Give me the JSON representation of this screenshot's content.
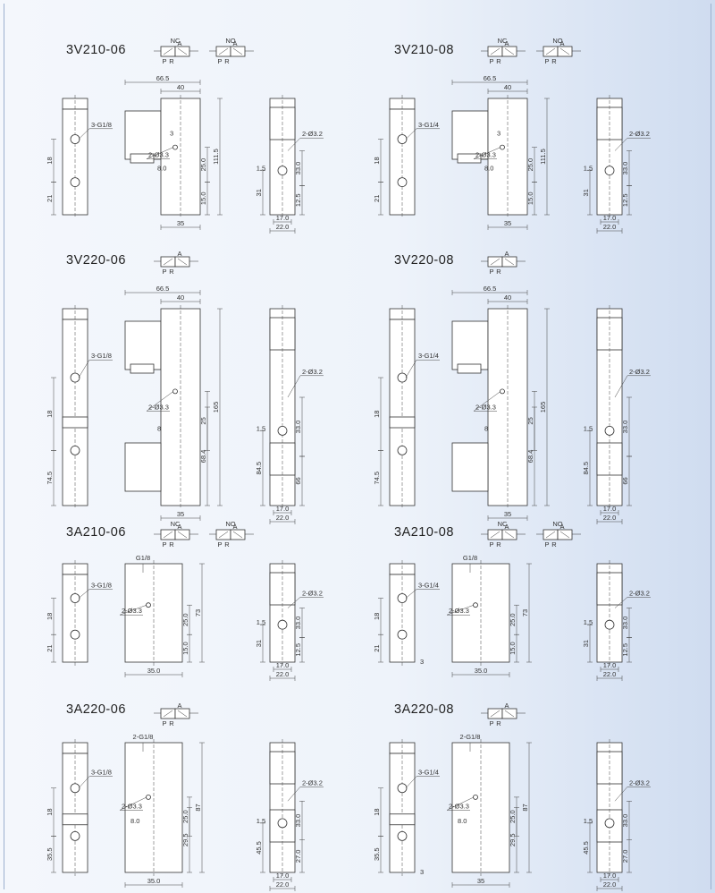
{
  "colors": {
    "line": "#333333",
    "fill": "#ffffff",
    "dim": "#444444",
    "background": "#eef3fa"
  },
  "symbol_labels": {
    "nc": "NC",
    "no": "NO",
    "port_a": "A",
    "port_p": "P",
    "port_r": "R"
  },
  "panels": [
    {
      "title": "3V210-06",
      "symbols": [
        "NC",
        "NO"
      ],
      "type": "3V-single",
      "dims": {
        "width_total": "66.5",
        "width_body": "40",
        "port": "3-G1/8",
        "mount": "2-Ø3.3",
        "pitch": "8.0",
        "port_gap": "3",
        "height_total": "111.5",
        "mid": "25.0",
        "low": "15.0",
        "base": "35",
        "left_mid": "18",
        "left_low": "21",
        "side_hole": "2-Ø3.2",
        "side_mid": "33.0",
        "side_low": "12.5",
        "side_off": "1.5",
        "side_h": "31",
        "side_w1": "17.0",
        "side_w2": "22.0"
      }
    },
    {
      "title": "3V210-08",
      "symbols": [
        "NC",
        "NO"
      ],
      "type": "3V-single",
      "dims": {
        "width_total": "66.5",
        "width_body": "40",
        "port": "3-G1/4",
        "mount": "2-Ø3.3",
        "pitch": "8.0",
        "port_gap": "3",
        "height_total": "111.5",
        "mid": "25.0",
        "low": "15.0",
        "base": "35",
        "left_mid": "18",
        "left_low": "21",
        "side_hole": "2-Ø3.2",
        "side_mid": "33.0",
        "side_low": "12.5",
        "side_off": "1.5",
        "side_h": "31",
        "side_w1": "17.0",
        "side_w2": "22.0"
      }
    },
    {
      "title": "3V220-06",
      "symbols": [
        "DUAL"
      ],
      "type": "3V-double",
      "dims": {
        "width_total": "66.5",
        "width_body": "40",
        "port": "3-G1/8",
        "mount": "2-Ø3.3",
        "pitch": "8",
        "mid": "25",
        "height_total": "165",
        "lower": "68.4",
        "base": "35",
        "left_mid": "18",
        "left_low": "74.5",
        "side_hole": "2-Ø3.2",
        "side_mid": "33.0",
        "side_low": "66",
        "side_off": "1.5",
        "side_h": "84.5",
        "side_w1": "17.0",
        "side_w2": "22.0"
      }
    },
    {
      "title": "3V220-08",
      "symbols": [
        "DUAL"
      ],
      "type": "3V-double",
      "dims": {
        "width_total": "66.5",
        "width_body": "40",
        "port": "3-G1/4",
        "mount": "2-Ø3.3",
        "pitch": "8",
        "mid": "25",
        "height_total": "165",
        "lower": "68.4",
        "base": "35",
        "left_mid": "18",
        "left_low": "74.5",
        "side_hole": "2-Ø3.2",
        "side_mid": "33.0",
        "side_low": "66",
        "side_off": "1.5",
        "side_h": "84.5",
        "side_w1": "17.0",
        "side_w2": "22.0"
      }
    },
    {
      "title": "3A210-06",
      "symbols": [
        "NC",
        "NO"
      ],
      "type": "3A-single",
      "dims": {
        "top_port": "G1/8",
        "port": "3-G1/8",
        "mount": "2-Ø3.3",
        "mid": "25.0",
        "height_total": "73",
        "low": "15.0",
        "base": "35.0",
        "left_mid": "18",
        "left_low": "21",
        "side_hole": "2-Ø3.2",
        "side_mid": "33.0",
        "side_low": "12.5",
        "side_off": "1.5",
        "side_h": "31",
        "side_w1": "17.0",
        "side_w2": "22.0"
      }
    },
    {
      "title": "3A210-08",
      "symbols": [
        "NC",
        "NO"
      ],
      "type": "3A-single",
      "dims": {
        "top_port": "G1/8",
        "port": "3-G1/4",
        "mount": "2-Ø3.3",
        "mid": "25.0",
        "height_total": "73",
        "low": "15.0",
        "base": "35.0",
        "left_mid": "18",
        "left_low": "21",
        "left_gap": "3",
        "side_hole": "2-Ø3.2",
        "side_mid": "33.0",
        "side_low": "12.5",
        "side_off": "1.5",
        "side_h": "31",
        "side_w1": "17.0",
        "side_w2": "22.0"
      }
    },
    {
      "title": "3A220-06",
      "symbols": [
        "DUAL"
      ],
      "type": "3A-double",
      "dims": {
        "top_port": "2-G1/8",
        "port": "3-G1/8",
        "mount": "2-Ø3.3",
        "pitch": "8.0",
        "mid": "25.0",
        "height_total": "87",
        "lower": "29.5",
        "base": "35.0",
        "left_mid": "18",
        "left_low": "35.5",
        "side_hole": "2-Ø3.2",
        "side_mid": "33.0",
        "side_low": "27.0",
        "side_off": "1.5",
        "side_h": "45.5",
        "side_w1": "17.0",
        "side_w2": "22.0"
      }
    },
    {
      "title": "3A220-08",
      "symbols": [
        "DUAL"
      ],
      "type": "3A-double",
      "dims": {
        "top_port": "2-G1/8",
        "port": "3-G1/4",
        "mount": "2-Ø3.3",
        "pitch": "8.0",
        "mid": "25.0",
        "height_total": "87",
        "lower": "29.5",
        "base": "35",
        "left_mid": "18",
        "left_low": "35.5",
        "left_gap": "3",
        "side_hole": "2-Ø3.2",
        "side_mid": "33.0",
        "side_low": "27.0",
        "side_off": "1.5",
        "side_h": "45.5",
        "side_w1": "17.0",
        "side_w2": "22.0"
      }
    }
  ]
}
